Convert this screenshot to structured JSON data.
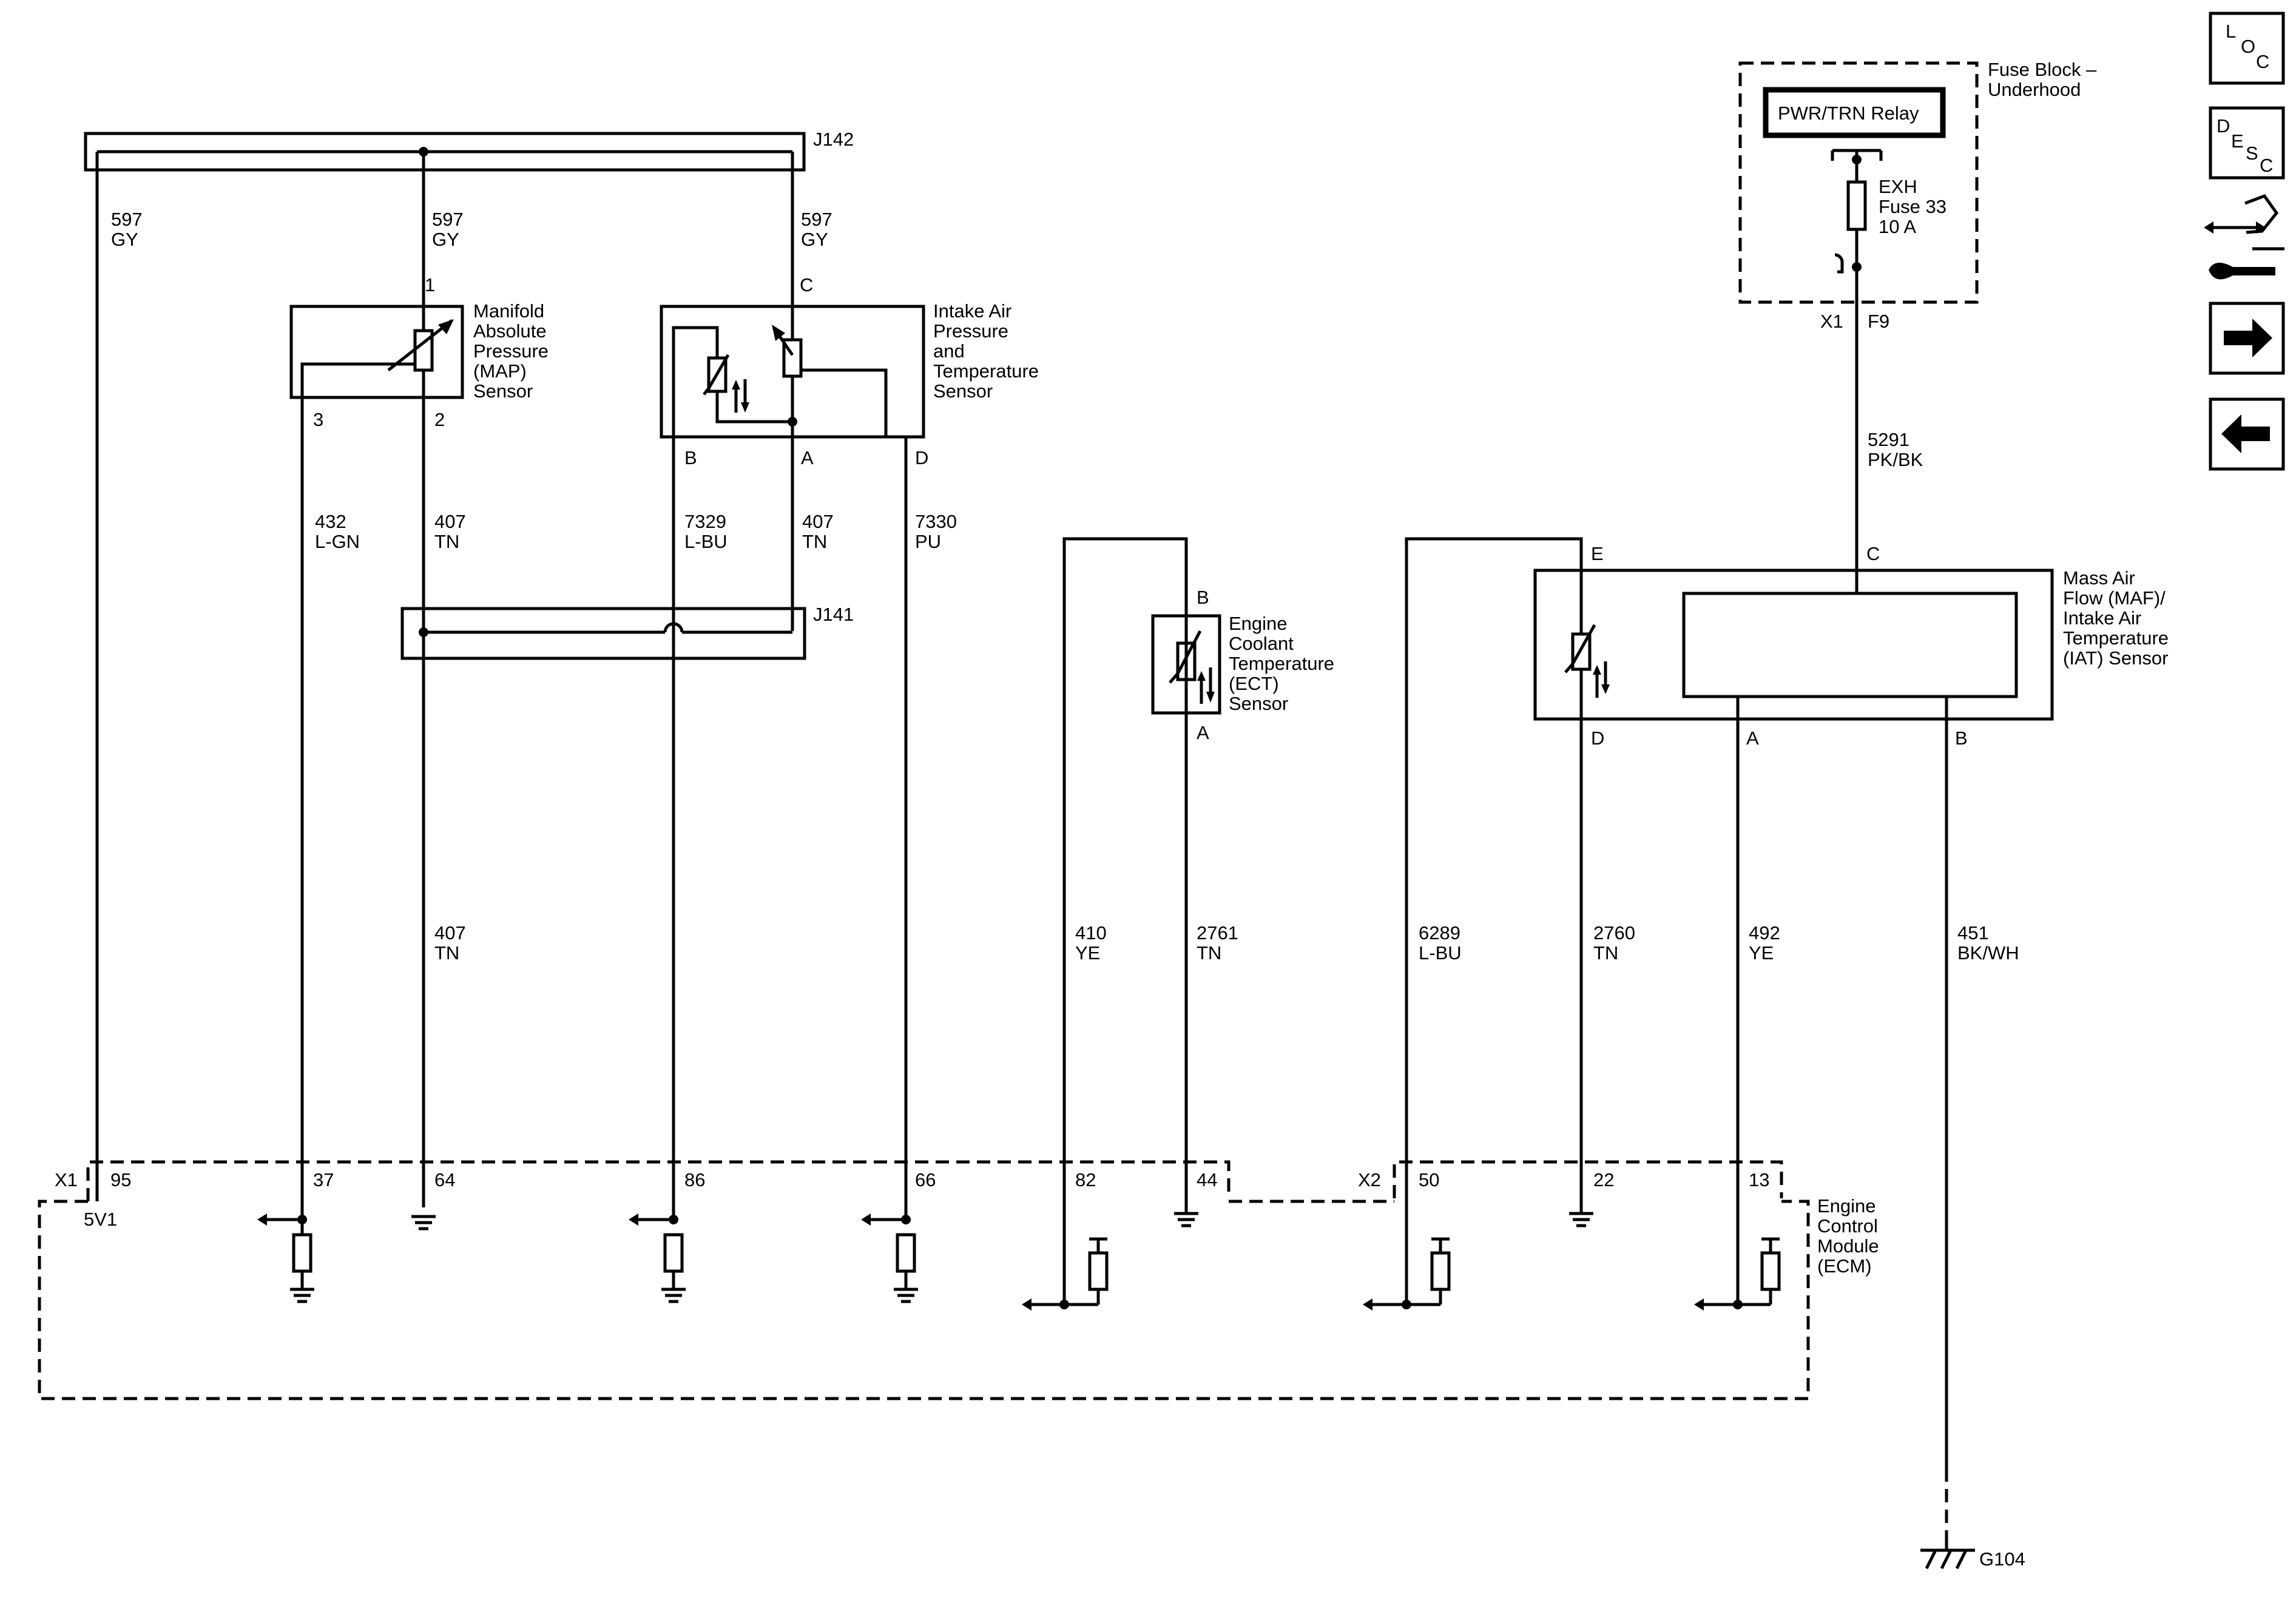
{
  "splices": {
    "j142": "J142",
    "j141": "J141"
  },
  "wires": {
    "w597a": {
      "circuit": "597",
      "color": "GY"
    },
    "w597b": {
      "circuit": "597",
      "color": "GY"
    },
    "w597c": {
      "circuit": "597",
      "color": "GY"
    },
    "w432": {
      "circuit": "432",
      "color": "L-GN"
    },
    "w407a": {
      "circuit": "407",
      "color": "TN"
    },
    "w7329": {
      "circuit": "7329",
      "color": "L-BU"
    },
    "w407b": {
      "circuit": "407",
      "color": "TN"
    },
    "w7330": {
      "circuit": "7330",
      "color": "PU"
    },
    "w407c": {
      "circuit": "407",
      "color": "TN"
    },
    "w410": {
      "circuit": "410",
      "color": "YE"
    },
    "w2761": {
      "circuit": "2761",
      "color": "TN"
    },
    "w6289": {
      "circuit": "6289",
      "color": "L-BU"
    },
    "w2760": {
      "circuit": "2760",
      "color": "TN"
    },
    "w492": {
      "circuit": "492",
      "color": "YE"
    },
    "w451": {
      "circuit": "451",
      "color": "BK/WH"
    },
    "w5291": {
      "circuit": "5291",
      "color": "PK/BK"
    }
  },
  "map_sensor": {
    "label": [
      "Manifold",
      "Absolute",
      "Pressure",
      "(MAP)",
      "Sensor"
    ],
    "pins": {
      "p1": "1",
      "p3": "3",
      "p2": "2"
    }
  },
  "iapt_sensor": {
    "label": [
      "Intake Air",
      "Pressure",
      "and",
      "Temperature",
      "Sensor"
    ],
    "pins": {
      "pC": "C",
      "pB": "B",
      "pA": "A",
      "pD": "D"
    }
  },
  "ect_sensor": {
    "label": [
      "Engine",
      "Coolant",
      "Temperature",
      "(ECT)",
      "Sensor"
    ],
    "pins": {
      "pB": "B",
      "pA": "A"
    }
  },
  "maf_sensor": {
    "label": [
      "Mass Air",
      "Flow (MAF)/",
      "Intake Air",
      "Temperature",
      "(IAT) Sensor"
    ],
    "pins": {
      "pE": "E",
      "pC": "C",
      "pD": "D",
      "pA": "A",
      "pB": "B"
    }
  },
  "fuse_block": {
    "label": [
      "Fuse Block –",
      "Underhood"
    ],
    "relay": "PWR/TRN Relay",
    "fuse": [
      "EXH",
      "Fuse 33",
      "10 A"
    ],
    "connector": "X1",
    "pin": "F9"
  },
  "ecm": {
    "label": [
      "Engine",
      "Control",
      "Module",
      "(ECM)"
    ],
    "x1": "X1",
    "x2": "X2",
    "v5": "5V1",
    "pins": {
      "p95": "95",
      "p37": "37",
      "p64": "64",
      "p86": "86",
      "p66": "66",
      "p82": "82",
      "p44": "44",
      "p50": "50",
      "p22": "22",
      "p13": "13"
    }
  },
  "ground": "G104",
  "nav": {
    "loc": [
      "L",
      "O",
      "C"
    ],
    "desc": [
      "D",
      "E",
      "S",
      "C"
    ],
    "icon_connector": "connector-icon",
    "icon_next": "arrow-right-icon",
    "icon_prev": "arrow-left-icon"
  }
}
